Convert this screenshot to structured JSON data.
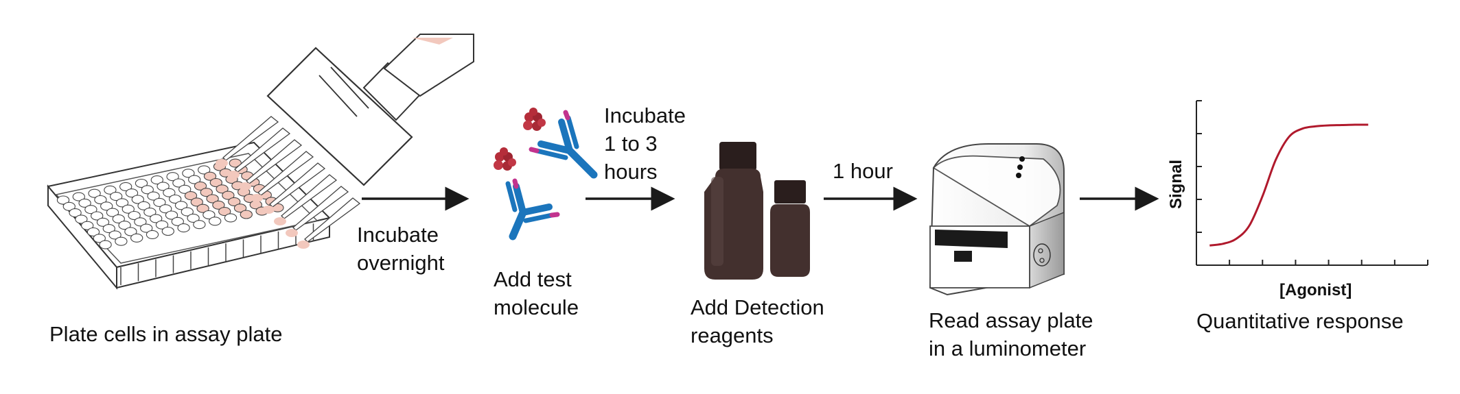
{
  "steps": {
    "plate": {
      "label": "Plate cells in assay plate"
    },
    "incubate_overnight": {
      "line1": "Incubate",
      "line2": "overnight"
    },
    "add_test": {
      "line1": "Add test",
      "line2": "molecule"
    },
    "incubate_hours": {
      "line1": "Incubate",
      "line2": "1 to 3",
      "line3": "hours"
    },
    "detection": {
      "line1": "Add Detection",
      "line2": "reagents"
    },
    "one_hour": {
      "label": "1 hour"
    },
    "read": {
      "line1": "Read assay plate",
      "line2": "in a luminometer"
    },
    "response": {
      "label": "Quantitative response"
    }
  },
  "chart_data": {
    "type": "line",
    "xlabel": "[Agonist]",
    "ylabel": "Signal",
    "xlim": [
      0,
      7
    ],
    "ylim": [
      0,
      5
    ],
    "series": [
      {
        "x": [
          0.4,
          0.8,
          1.2,
          1.6,
          2.0,
          2.4,
          2.8,
          3.2,
          3.6,
          4.0,
          4.4,
          4.8,
          5.2
        ],
        "values": [
          0.6,
          0.65,
          0.8,
          1.2,
          2.1,
          3.2,
          3.9,
          4.15,
          4.22,
          4.25,
          4.26,
          4.27,
          4.27
        ]
      }
    ],
    "grid": false
  },
  "colors": {
    "curve": "#b0192c",
    "antibody": "#1b75bc",
    "antibody_tip": "#c2338e",
    "bottle": "#43302e",
    "molecule": "#b52d3a",
    "wells_filled": "#f2c8bd",
    "arrow": "#1a1a1a"
  }
}
